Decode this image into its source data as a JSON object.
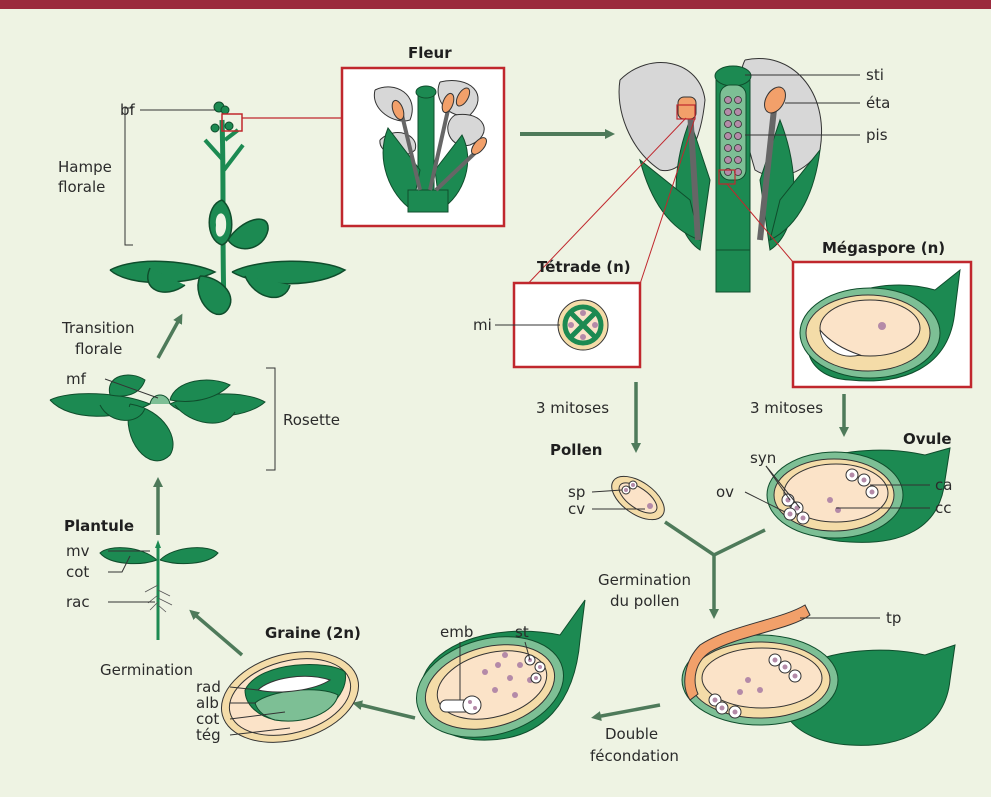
{
  "palette": {
    "top_bar": "#9b2b3d",
    "background": "#eef3e3",
    "green": "#1c8a52",
    "light_green": "#7dbf95",
    "tan": "#f4dca8",
    "peach": "#fbe3c8",
    "orange": "#f2a06a",
    "gray": "#d7d7d7",
    "purple": "#b48aa8",
    "box_border": "#c0272d",
    "arrow": "#4e7a5a"
  },
  "titles": {
    "fleur": "Fleur",
    "tetrade": "Tétrade (n)",
    "megaspore": "Mégaspore (n)",
    "pollen": "Pollen",
    "ovule": "Ovule",
    "plantule": "Plantule",
    "graine": "Graine (2n)"
  },
  "labels": {
    "bf": "bf",
    "hampe_1": "Hampe",
    "hampe_2": "florale",
    "transition_1": "Transition",
    "transition_2": "florale",
    "mf": "mf",
    "rosette": "Rosette",
    "mv": "mv",
    "cot": "cot",
    "rac": "rac",
    "germination": "Germination",
    "rad": "rad",
    "alb": "alb",
    "cot2": "cot",
    "teg": "tég",
    "emb": "emb",
    "st": "st",
    "double_1": "Double",
    "double_2": "fécondation",
    "tp": "tp",
    "germ_pollen_1": "Germination",
    "germ_pollen_2": "du pollen",
    "sp": "sp",
    "cv": "cv",
    "mitoses_left": "3 mitoses",
    "mitoses_right": "3 mitoses",
    "syn": "syn",
    "ov": "ov",
    "ca": "ca",
    "cc": "cc",
    "mi": "mi",
    "sti": "sti",
    "eta": "éta",
    "pis": "pis"
  }
}
